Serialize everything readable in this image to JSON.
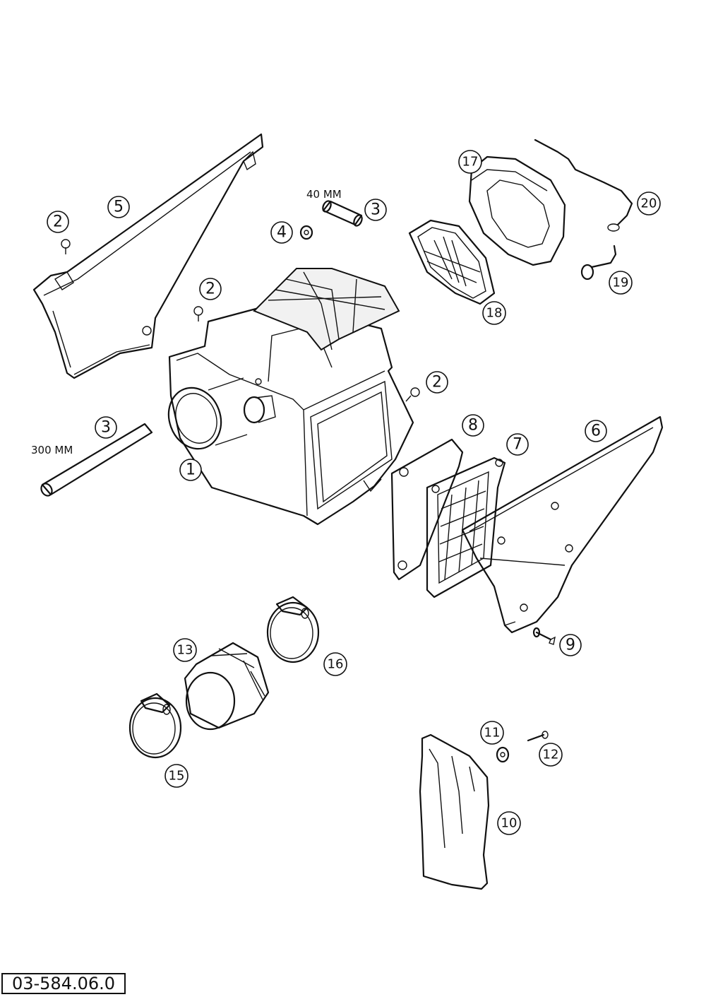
{
  "drawing_number": "03-584.06.0",
  "dimensions": {
    "hose_short": "40 MM",
    "hose_long": "300 MM"
  },
  "parts": [
    {
      "id": "p1",
      "label": "1",
      "name": "air-filter-box"
    },
    {
      "id": "p2a",
      "label": "2",
      "name": "screw"
    },
    {
      "id": "p2b",
      "label": "2",
      "name": "screw"
    },
    {
      "id": "p2c",
      "label": "2",
      "name": "screw"
    },
    {
      "id": "p3a",
      "label": "3",
      "name": "hose-40mm"
    },
    {
      "id": "p3b",
      "label": "3",
      "name": "hose-300mm"
    },
    {
      "id": "p4",
      "label": "4",
      "name": "nut"
    },
    {
      "id": "p5",
      "label": "5",
      "name": "side-cover-left"
    },
    {
      "id": "p6",
      "label": "6",
      "name": "side-cover-right"
    },
    {
      "id": "p7",
      "label": "7",
      "name": "filter-cage-cover"
    },
    {
      "id": "p8",
      "label": "8",
      "name": "gasket"
    },
    {
      "id": "p9",
      "label": "9",
      "name": "bolt"
    },
    {
      "id": "p10",
      "label": "10",
      "name": "mud-flap"
    },
    {
      "id": "p11",
      "label": "11",
      "name": "washer"
    },
    {
      "id": "p12",
      "label": "12",
      "name": "screw-small"
    },
    {
      "id": "p13",
      "label": "13",
      "name": "intake-rubber-sleeve"
    },
    {
      "id": "p15",
      "label": "15",
      "name": "hose-clamp"
    },
    {
      "id": "p16",
      "label": "16",
      "name": "hose-clamp"
    },
    {
      "id": "p17",
      "label": "17",
      "name": "air-filter-element"
    },
    {
      "id": "p18",
      "label": "18",
      "name": "filter-support-cage"
    },
    {
      "id": "p19",
      "label": "19",
      "name": "retaining-pin"
    },
    {
      "id": "p20",
      "label": "20",
      "name": "retaining-wire"
    }
  ]
}
